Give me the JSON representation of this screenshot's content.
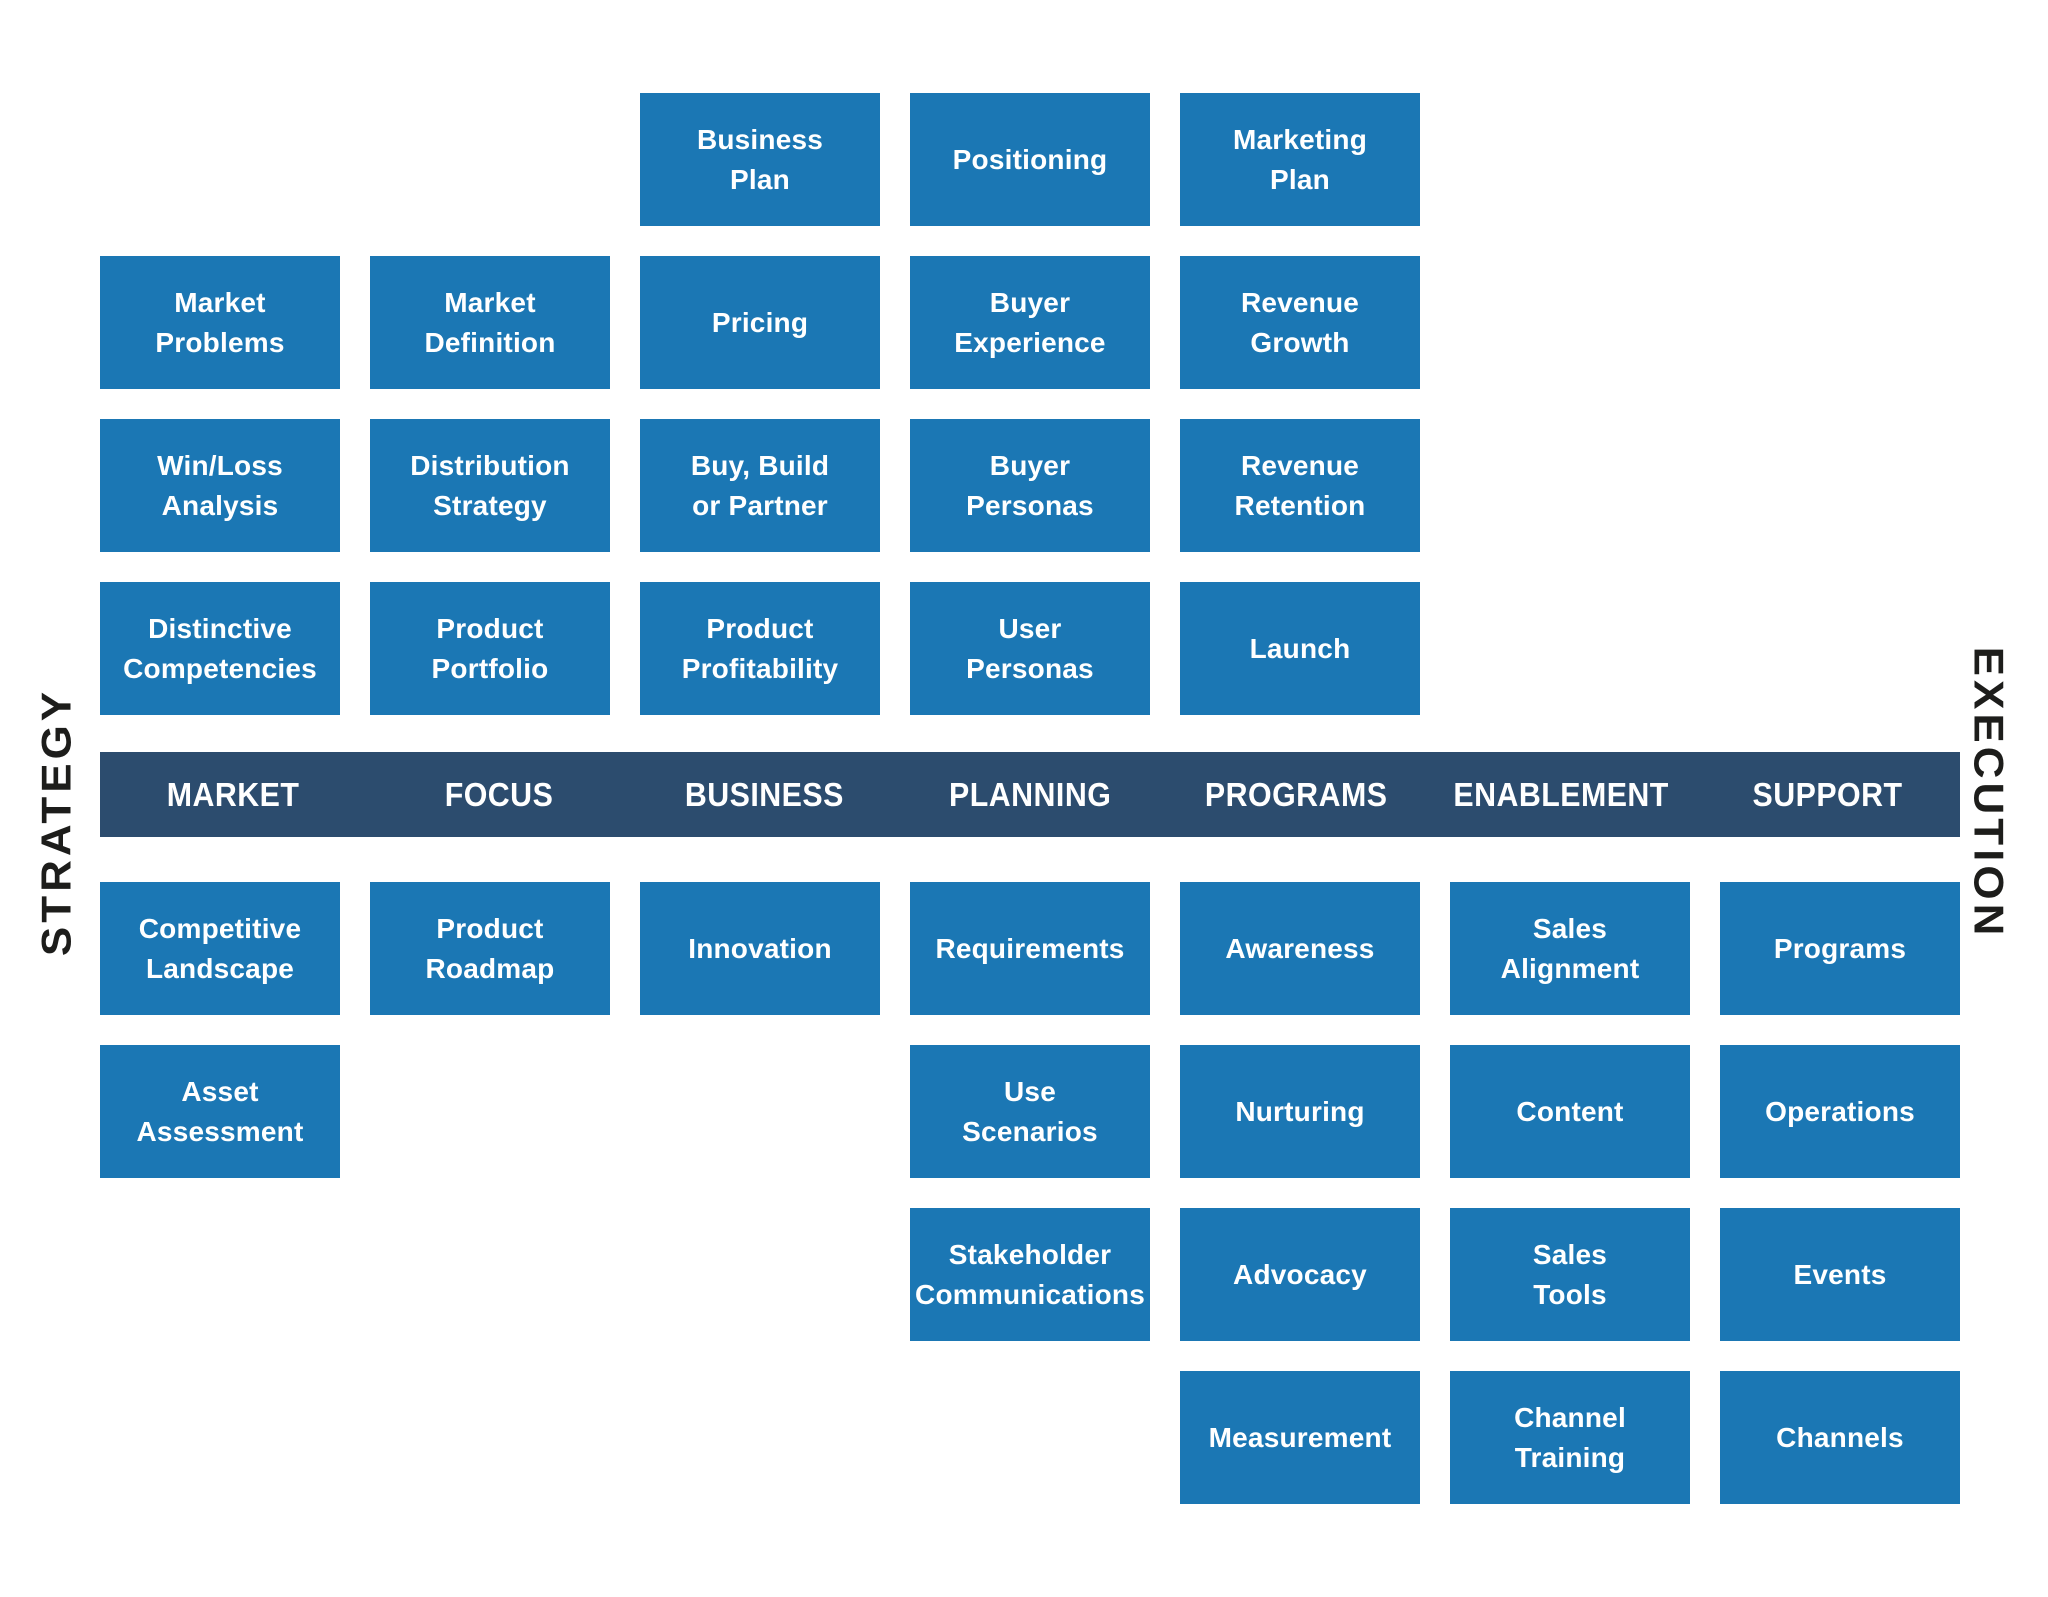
{
  "side_labels": {
    "left": "STRATEGY",
    "right": "EXECUTION"
  },
  "bar": {
    "categories": [
      "MARKET",
      "FOCUS",
      "BUSINESS",
      "PLANNING",
      "PROGRAMS",
      "ENABLEMENT",
      "SUPPORT"
    ]
  },
  "boxes": [
    {
      "col": 3,
      "row": 1,
      "label": "Business\nPlan"
    },
    {
      "col": 4,
      "row": 1,
      "label": "Positioning"
    },
    {
      "col": 5,
      "row": 1,
      "label": "Marketing\nPlan"
    },
    {
      "col": 1,
      "row": 2,
      "label": "Market\nProblems"
    },
    {
      "col": 2,
      "row": 2,
      "label": "Market\nDefinition"
    },
    {
      "col": 3,
      "row": 2,
      "label": "Pricing"
    },
    {
      "col": 4,
      "row": 2,
      "label": "Buyer\nExperience"
    },
    {
      "col": 5,
      "row": 2,
      "label": "Revenue\nGrowth"
    },
    {
      "col": 1,
      "row": 3,
      "label": "Win/Loss\nAnalysis"
    },
    {
      "col": 2,
      "row": 3,
      "label": "Distribution\nStrategy"
    },
    {
      "col": 3,
      "row": 3,
      "label": "Buy, Build\nor Partner"
    },
    {
      "col": 4,
      "row": 3,
      "label": "Buyer\nPersonas"
    },
    {
      "col": 5,
      "row": 3,
      "label": "Revenue\nRetention"
    },
    {
      "col": 1,
      "row": 4,
      "label": "Distinctive\nCompetencies"
    },
    {
      "col": 2,
      "row": 4,
      "label": "Product\nPortfolio"
    },
    {
      "col": 3,
      "row": 4,
      "label": "Product\nProfitability"
    },
    {
      "col": 4,
      "row": 4,
      "label": "User\nPersonas"
    },
    {
      "col": 5,
      "row": 4,
      "label": "Launch"
    },
    {
      "col": 1,
      "row": 5,
      "label": "Competitive\nLandscape"
    },
    {
      "col": 2,
      "row": 5,
      "label": "Product\nRoadmap"
    },
    {
      "col": 3,
      "row": 5,
      "label": "Innovation"
    },
    {
      "col": 4,
      "row": 5,
      "label": "Requirements"
    },
    {
      "col": 5,
      "row": 5,
      "label": "Awareness"
    },
    {
      "col": 6,
      "row": 5,
      "label": "Sales\nAlignment"
    },
    {
      "col": 7,
      "row": 5,
      "label": "Programs"
    },
    {
      "col": 1,
      "row": 6,
      "label": "Asset\nAssessment"
    },
    {
      "col": 4,
      "row": 6,
      "label": "Use\nScenarios"
    },
    {
      "col": 5,
      "row": 6,
      "label": "Nurturing"
    },
    {
      "col": 6,
      "row": 6,
      "label": "Content"
    },
    {
      "col": 7,
      "row": 6,
      "label": "Operations"
    },
    {
      "col": 4,
      "row": 7,
      "label": "Stakeholder\nCommunications"
    },
    {
      "col": 5,
      "row": 7,
      "label": "Advocacy"
    },
    {
      "col": 6,
      "row": 7,
      "label": "Sales\nTools"
    },
    {
      "col": 7,
      "row": 7,
      "label": "Events"
    },
    {
      "col": 5,
      "row": 8,
      "label": "Measurement"
    },
    {
      "col": 6,
      "row": 8,
      "label": "Channel\nTraining"
    },
    {
      "col": 7,
      "row": 8,
      "label": "Channels"
    }
  ],
  "colors": {
    "box_blue": "#1b77b4",
    "bar_navy": "#2c4c6e",
    "axis_text": "#1d1d1b",
    "box_text": "#ffffff",
    "background": "#ffffff"
  }
}
